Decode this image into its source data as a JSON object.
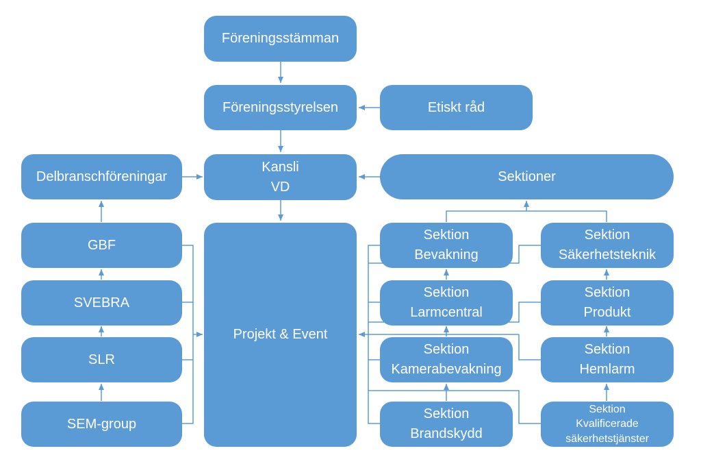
{
  "nodes": {
    "foreningsstamman": "Föreningsstämman",
    "foreningsstyrelsen": "Föreningsstyrelsen",
    "etiskt_rad": "Etiskt råd",
    "delbranschforeningar": "Delbranschföreningar",
    "kansli": {
      "line1": "Kansli",
      "line2": "VD"
    },
    "sektioner": "Sektioner",
    "gbf": "GBF",
    "svebra": "SVEBRA",
    "slr": "SLR",
    "sem_group": "SEM-group",
    "projekt_event": "Projekt & Event",
    "bevakning": {
      "line1": "Sektion",
      "line2": "Bevakning"
    },
    "sakerhetsteknik": {
      "line1": "Sektion",
      "line2": "Säkerhetsteknik"
    },
    "larmcentral": {
      "line1": "Sektion",
      "line2": "Larmcentral"
    },
    "produkt": {
      "line1": "Sektion",
      "line2": "Produkt"
    },
    "kamerabevakning": {
      "line1": "Sektion",
      "line2": "Kamerabevakning"
    },
    "hemlarm": {
      "line1": "Sektion",
      "line2": "Hemlarm"
    },
    "brandskydd": {
      "line1": "Sektion",
      "line2": "Brandskydd"
    },
    "kvalificerade": {
      "line1": "Sektion",
      "line2": "Kvalificerade",
      "line3": "säkerhetstjänster"
    }
  },
  "colors": {
    "box_fill": "#5b9bd5",
    "connector": "#5b9bd5",
    "text": "#ffffff"
  }
}
